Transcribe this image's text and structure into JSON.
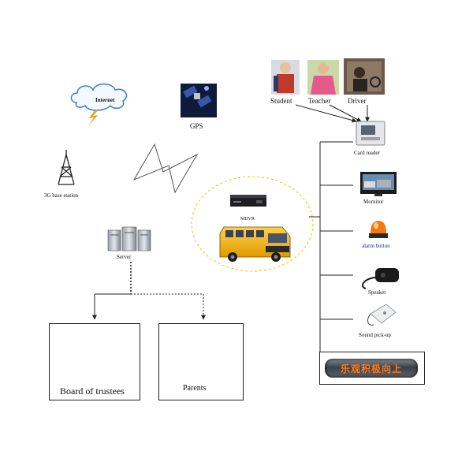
{
  "nodes": {
    "internet": "Internet",
    "gps": "GPS",
    "base_station": "3G base station",
    "server": "Server",
    "mdvr": "MDVR",
    "student": "Student",
    "teacher": "Teacher",
    "driver": "Driver",
    "card_reader": "Card reader",
    "monitor": "Mornitor",
    "alarm_button": "alarm button",
    "speaker": "Speaker",
    "sound_pickup": "Sound pick-up",
    "board": "Board of trustees",
    "parents": "Parents",
    "led_text": "乐观积极向上"
  },
  "colors": {
    "cloud_outline": "#3a7fd0",
    "lightning": "#e8a020",
    "ellipse_dash": "#f2c000",
    "alarm_label": "#1a2aa0",
    "bus": "#f0b400",
    "led_text": "#ff7a1a"
  }
}
